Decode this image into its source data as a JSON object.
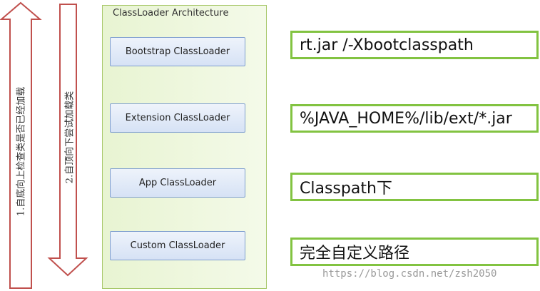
{
  "up_arrow": {
    "label": "1.自底向上检查类是否已经加载"
  },
  "down_arrow": {
    "label": "2.自顶向下尝试加载类"
  },
  "panel": {
    "title": "ClassLoader Architecture"
  },
  "loaders": [
    {
      "label": "Bootstrap ClassLoader"
    },
    {
      "label": "Extension ClassLoader"
    },
    {
      "label": "App ClassLoader"
    },
    {
      "label": "Custom ClassLoader"
    }
  ],
  "paths": [
    {
      "label": "rt.jar /-Xbootclasspath"
    },
    {
      "label": "%JAVA_HOME%/lib/ext/*.jar"
    },
    {
      "label": "Classpath下"
    },
    {
      "label": "完全自定义路径"
    }
  ],
  "watermark": "https://blog.csdn.net/zsh2050",
  "colors": {
    "arrow": "#c0504d",
    "panel_border": "#a8c86a",
    "path_border": "#82c341",
    "loader_border": "#7e9ecf"
  }
}
